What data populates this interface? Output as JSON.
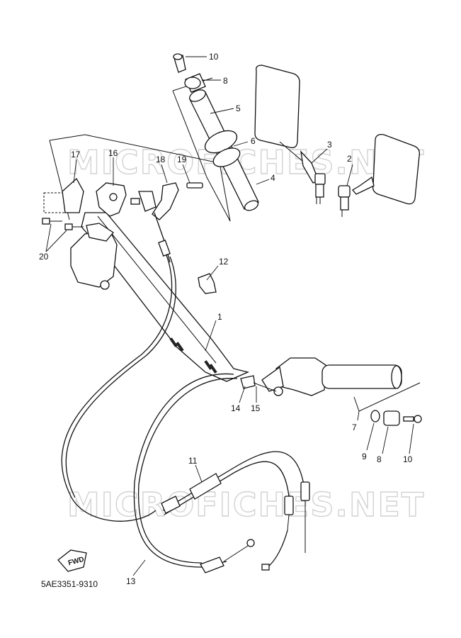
{
  "diagram_code": "5AE3351-9310",
  "watermark": "MICROFICHES.NET",
  "fwd_label": "FWD",
  "callouts": {
    "c1": "1",
    "c2": "2",
    "c3": "3",
    "c4": "4",
    "c5": "5",
    "c6": "6",
    "c7": "7",
    "c8a": "8",
    "c8b": "8",
    "c9": "9",
    "c10a": "10",
    "c10b": "10",
    "c11": "11",
    "c12": "12",
    "c13": "13",
    "c14": "14",
    "c15": "15",
    "c16": "16",
    "c17": "17",
    "c18": "18",
    "c19": "19",
    "c20": "20"
  }
}
